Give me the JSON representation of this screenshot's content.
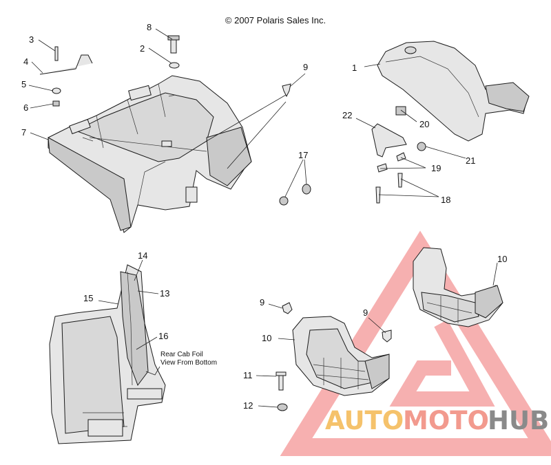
{
  "copyright": "© 2007 Polaris Sales Inc.",
  "callouts": {
    "c1": "1",
    "c2": "2",
    "c3": "3",
    "c4": "4",
    "c5": "5",
    "c6": "6",
    "c7": "7",
    "c8": "8",
    "c9a": "9",
    "c9b": "9",
    "c9c": "9",
    "c10a": "10",
    "c10b": "10",
    "c11": "11",
    "c12": "12",
    "c13": "13",
    "c14": "14",
    "c15": "15",
    "c16": "16",
    "c17": "17",
    "c18": "18",
    "c19": "19",
    "c20": "20",
    "c21": "21",
    "c22": "22"
  },
  "note": {
    "line1": "Rear Cab Foil",
    "line2": "View From Bottom"
  },
  "watermark": {
    "part1": "AUTO",
    "part2": "MOTO",
    "part3": "HUB",
    "colors": {
      "auto": "#f5c26b",
      "moto": "#f29a8e",
      "hub": "#8a8a8a",
      "logo": "#f07070"
    }
  }
}
